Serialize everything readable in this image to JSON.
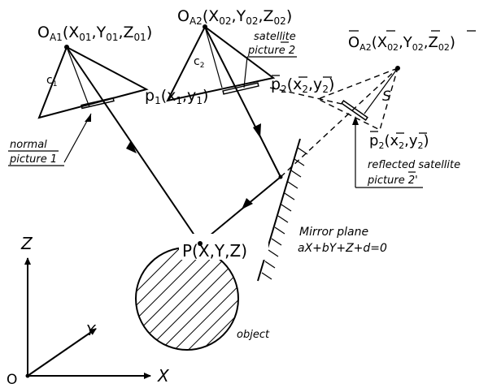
{
  "labels": {
    "camera1": "O",
    "camera1_sub": "A1",
    "camera1_coords": "(X",
    "camera1_x_sub": "01",
    "camera1_y": ",Y",
    "camera1_y_sub": "01",
    "camera1_z": ",Z",
    "camera1_z_sub": "01",
    "camera1_close": ")",
    "camera2": "O",
    "camera2_sub": "A2",
    "camera2_coords": "(X",
    "camera2_x_sub": "02",
    "camera2_y": ",Y",
    "camera2_y_sub": "02",
    "camera2_z": ",Z",
    "camera2_z_sub": "02",
    "camera2_close": ")",
    "camera2r": "O",
    "camera2r_sub": "A2",
    "camera2r_coords": "(X",
    "camera2r_x_sub": "02",
    "camera2r_y": ",Y",
    "camera2r_y_sub": "02",
    "camera2r_z": ",Z",
    "camera2r_z_sub": "02",
    "camera2r_close": ")",
    "c1": "c",
    "c1_sub": "1",
    "c2": "c",
    "c2_sub": "2",
    "s": "S",
    "p1": "p",
    "p1_sub": "1",
    "p1_coords": "(x",
    "p1_x_sub": "1",
    "p1_y": ",y",
    "p1_y_sub": "1",
    "p1_close": ")",
    "p2bar": "p",
    "p2bar_sub": "2",
    "p2bar_coords": "(x",
    "p2bar_x_sub": "2",
    "p2bar_y": ",y",
    "p2bar_y_sub": "2",
    "p2bar_close": ")",
    "p2r": "p",
    "p2r_sub": "2",
    "p2r_coords": "(x",
    "p2r_x_sub": "2",
    "p2r_y": ",y",
    "p2r_y_sub": "2",
    "p2r_close": ")",
    "point_P": "P(X,Y,Z)",
    "normal_line1": "normal",
    "normal_line2": "picture 1",
    "satellite_line1": "satellite",
    "satellite_line2": "picture 2",
    "reflected_line1": "reflected satellite",
    "reflected_line2": "picture 2'",
    "mirror_line1": "Mirror plane",
    "mirror_line2": "aX+bY+Z+d=0",
    "object": "object",
    "axis_X": "X",
    "axis_Y": "Y",
    "axis_Z": "Z",
    "axis_O": "O"
  }
}
